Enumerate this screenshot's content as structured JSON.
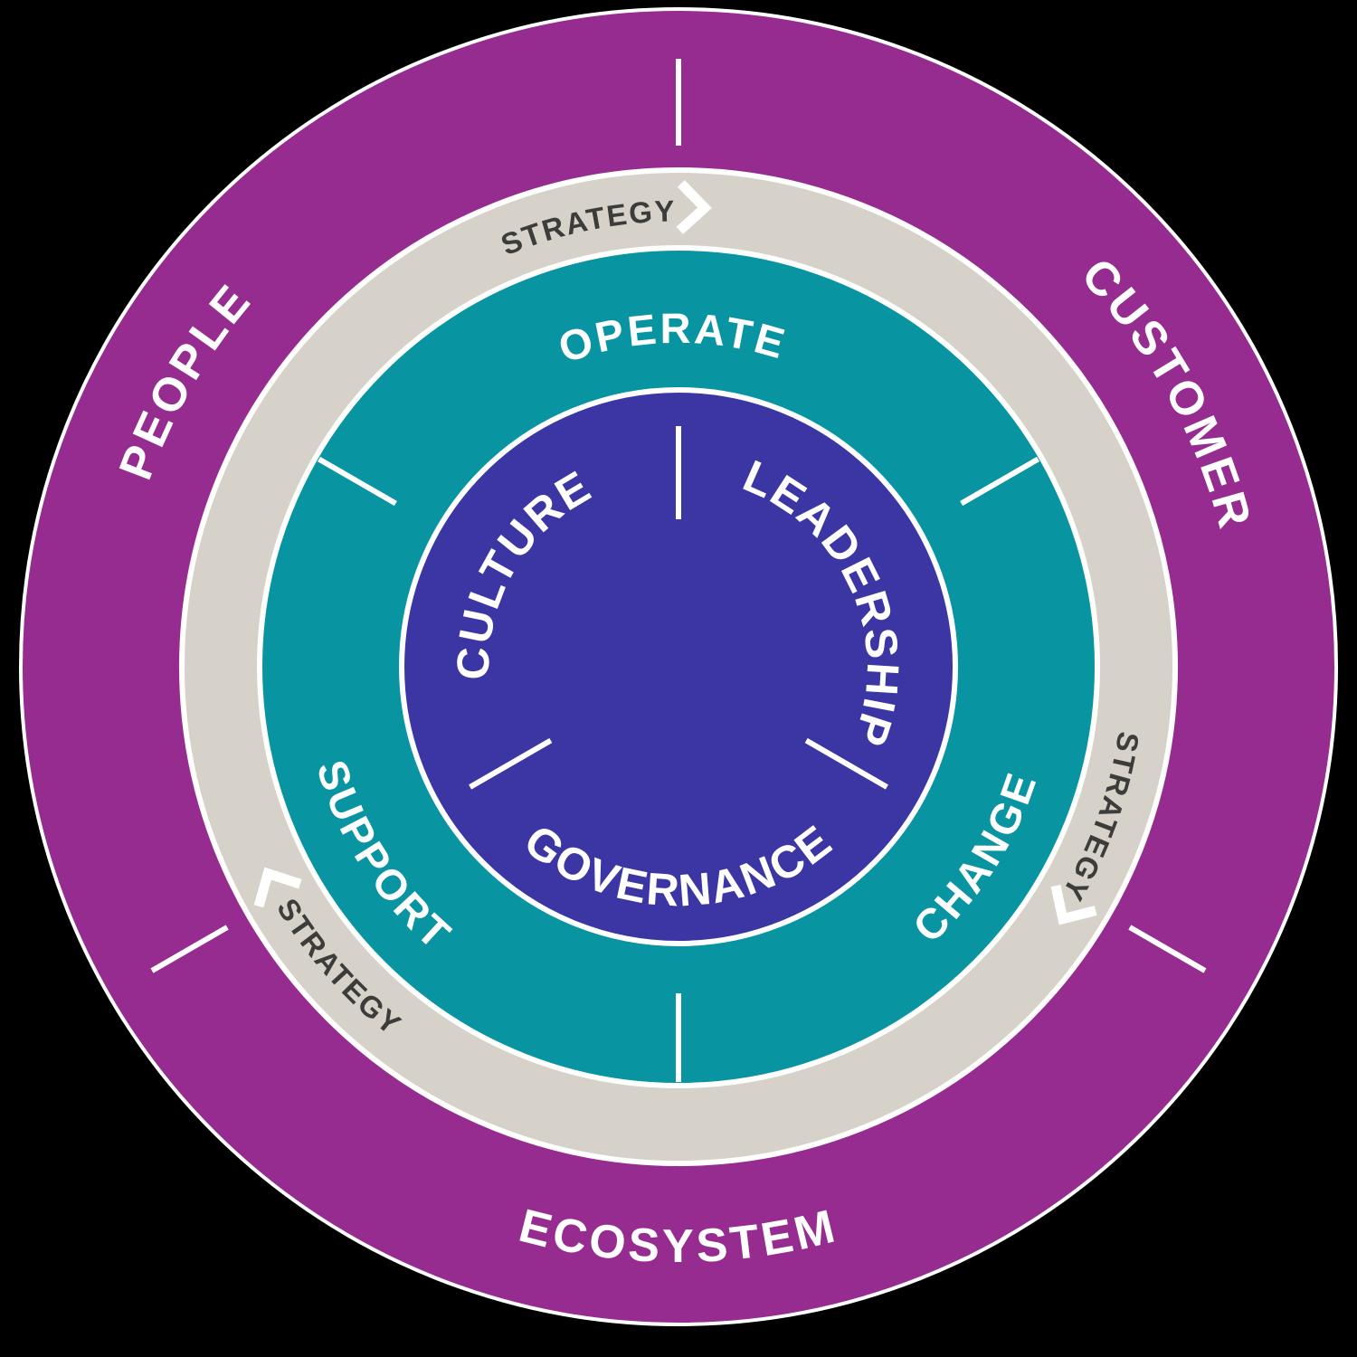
{
  "diagram": {
    "colors": {
      "background": "#000000",
      "divider": "#FFFFFF"
    },
    "rings": {
      "outer": {
        "color": "#972C90",
        "text_color": "#FFFFFF",
        "labels": [
          "CUSTOMER",
          "ECOSYSTEM",
          "PEOPLE"
        ]
      },
      "strategy": {
        "color": "#D6D2C9",
        "text_color": "#3C3C3B",
        "label": "STRATEGY",
        "instances": 3,
        "flow": "clockwise"
      },
      "middle": {
        "color": "#0895A1",
        "text_color": "#FFFFFF",
        "labels": [
          "OPERATE",
          "CHANGE",
          "SUPPORT"
        ]
      },
      "core": {
        "color": "#3C36A4",
        "text_color": "#FFFFFF",
        "labels": [
          "LEADERSHIP",
          "GOVERNANCE",
          "CULTURE"
        ]
      }
    }
  }
}
